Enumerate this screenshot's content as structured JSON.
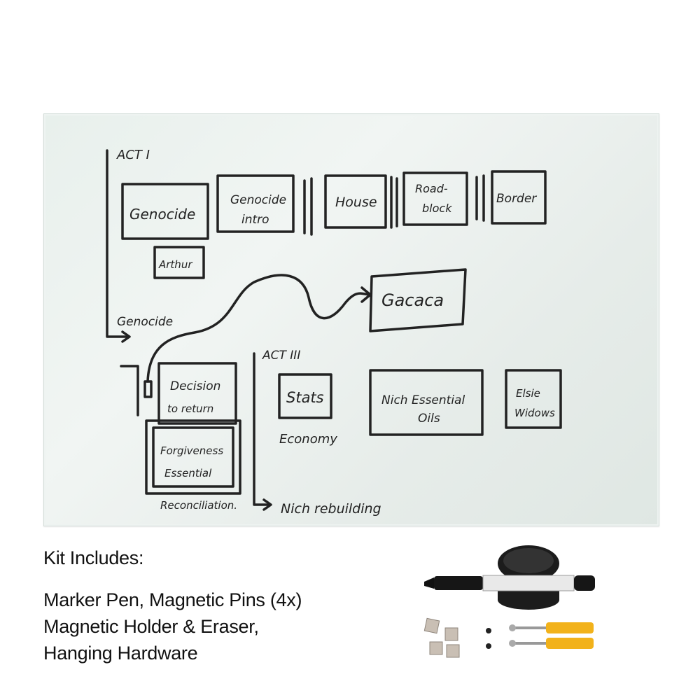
{
  "board": {
    "labels": {
      "act1": "ACT I",
      "act3": "ACT III",
      "genocide_box": "Genocide",
      "genocide_intro_1": "Genocide",
      "genocide_intro_2": "intro",
      "house": "House",
      "roadblock_1": "Road-",
      "roadblock_2": "block",
      "border": "Border",
      "arthur": "Arthur",
      "genocide_side": "Genocide",
      "gacaca": "Gacaca",
      "decision_1": "Decision",
      "decision_2": "to return",
      "forgiveness_1": "Forgiveness",
      "forgiveness_2": "Essential",
      "stats": "Stats",
      "economy": "Economy",
      "nich_oils_1": "Nich Essential",
      "nich_oils_2": "Oils",
      "elsie_1": "Elsie",
      "elsie_2": "Widows",
      "reconciliation": "Reconciliation.",
      "nich_rebuilding": "Nich rebuilding"
    }
  },
  "kit": {
    "title": "Kit Includes:",
    "line1": "Marker Pen, Magnetic Pins (4x)",
    "line2": "Magnetic Holder & Eraser,",
    "line3": "Hanging Hardware"
  },
  "colors": {
    "marker": "#222222",
    "anchor": "#f2b21b",
    "pin": "#c9bfb4"
  }
}
